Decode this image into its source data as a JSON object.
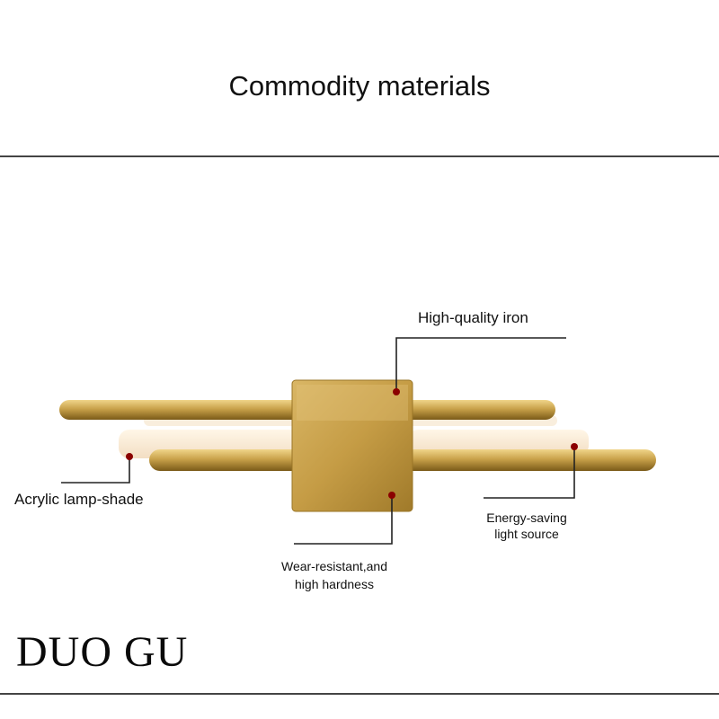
{
  "header": {
    "title": "Commodity materials"
  },
  "callouts": {
    "iron": "High-quality iron",
    "shade": "Acrylic lamp-shade",
    "light_line1": "Energy-saving",
    "light_line2": "light source",
    "wear_line1": "Wear-resistant,and",
    "wear_line2": "high hardness"
  },
  "brand": {
    "name": "DUO GU"
  },
  "colors": {
    "gold": "#c9a24a",
    "gold_dark": "#8f6d22",
    "marker": "#8b0000",
    "shade_glow": "#f6e6cc",
    "rule": "#444444"
  }
}
